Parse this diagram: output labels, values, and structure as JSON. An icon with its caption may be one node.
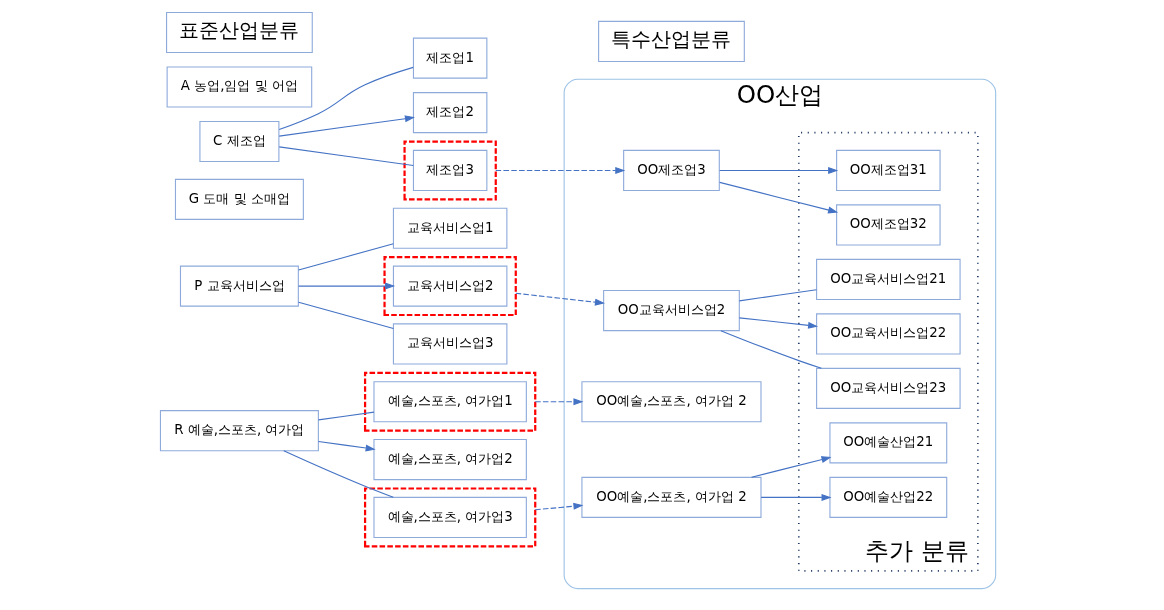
{
  "diagram": {
    "nodes": [
      {
        "text": [
          "표준산업분류"
        ]
      },
      {
        "text": [
          "특수산업분류"
        ]
      },
      {
        "text": [
          "A 농업,임업 및 어업"
        ]
      },
      {
        "text": [
          "C 제조업"
        ]
      },
      {
        "text": [
          "G 도매 및 소매업"
        ]
      },
      {
        "text": [
          "P 교육서비스업"
        ]
      },
      {
        "text": [
          "R 예술,스포츠, 여가업"
        ]
      },
      {
        "text": [
          "제조업1"
        ]
      },
      {
        "text": [
          "제조업2"
        ]
      },
      {
        "text": [],
        "shape": "box"
      },
      {
        "text": [
          "제조업3"
        ],
        "in": 9
      },
      {
        "text": [
          "교육서비스업1"
        ]
      },
      {
        "text": [],
        "shape": "box"
      },
      {
        "text": [
          "교육서비스업2"
        ],
        "in": 12
      },
      {
        "text": [
          "교육서비스업3"
        ]
      },
      {
        "text": [],
        "shape": "box"
      },
      {
        "text": [
          "예술,스포츠, 여가업1"
        ],
        "in": 15
      },
      {
        "text": [
          "예술,스포츠, 여가업2"
        ]
      },
      {
        "text": [],
        "shape": "box"
      },
      {
        "text": [
          "예술,스포츠, 여가업3"
        ],
        "in": 18
      },
      {
        "text": [
          "OO산업"
        ]
      },
      {
        "text": [
          "OO제조업3"
        ],
        "in": 20
      },
      {
        "text": [
          "OO교육서비스업2"
        ],
        "in": 20
      },
      {
        "text": [
          "OO예술,스포츠, 여가업 2"
        ],
        "in": 20
      },
      {
        "text": [
          "OO예술,스포츠, 여가업 2"
        ],
        "in": 20
      },
      {
        "text": [
          "추가 분류"
        ],
        "in": 20
      },
      {
        "text": [
          "OO제조업31"
        ],
        "in": 25
      },
      {
        "text": [
          "OO제조업32"
        ],
        "in": 25
      },
      {
        "text": [
          "OO교육서비스업21"
        ],
        "in": 25
      },
      {
        "text": [
          "OO교육서비스업22"
        ],
        "in": 25
      },
      {
        "text": [
          "OO교육서비스업23"
        ],
        "in": 25
      },
      {
        "text": [
          "OO예술산업21"
        ],
        "in": 25
      },
      {
        "text": [
          "OO예술산업22"
        ],
        "in": 25
      }
    ],
    "edges": [
      {
        "from": 3,
        "to": 7,
        "arrow": "none"
      },
      {
        "from": 3,
        "to": 8,
        "arrow": "to"
      },
      {
        "from": 3,
        "to": 10,
        "arrow": "none"
      },
      {
        "from": 9,
        "to": 21,
        "arrow": "to",
        "style": "dashed"
      },
      {
        "from": 21,
        "to": 26,
        "arrow": "to"
      },
      {
        "from": 21,
        "to": 27,
        "arrow": "to"
      },
      {
        "from": 5,
        "to": 11,
        "arrow": "none"
      },
      {
        "from": 5,
        "to": 13,
        "arrow": "to"
      },
      {
        "from": 5,
        "to": 14,
        "arrow": "none"
      },
      {
        "from": 12,
        "to": 22,
        "arrow": "to",
        "style": "dashed"
      },
      {
        "from": 22,
        "to": 28,
        "arrow": "none"
      },
      {
        "from": 22,
        "to": 29,
        "arrow": "to"
      },
      {
        "from": 22,
        "to": 30,
        "arrow": "none"
      },
      {
        "from": 6,
        "to": 16,
        "arrow": "none"
      },
      {
        "from": 6,
        "to": 17,
        "arrow": "to"
      },
      {
        "from": 6,
        "to": 19,
        "arrow": "none"
      },
      {
        "from": 15,
        "to": 23,
        "arrow": "to",
        "style": "dashed"
      },
      {
        "from": 18,
        "to": 24,
        "arrow": "to",
        "style": "dashed"
      },
      {
        "from": 24,
        "to": 31,
        "arrow": "to"
      },
      {
        "from": 24,
        "to": 32,
        "arrow": "to"
      }
    ]
  }
}
